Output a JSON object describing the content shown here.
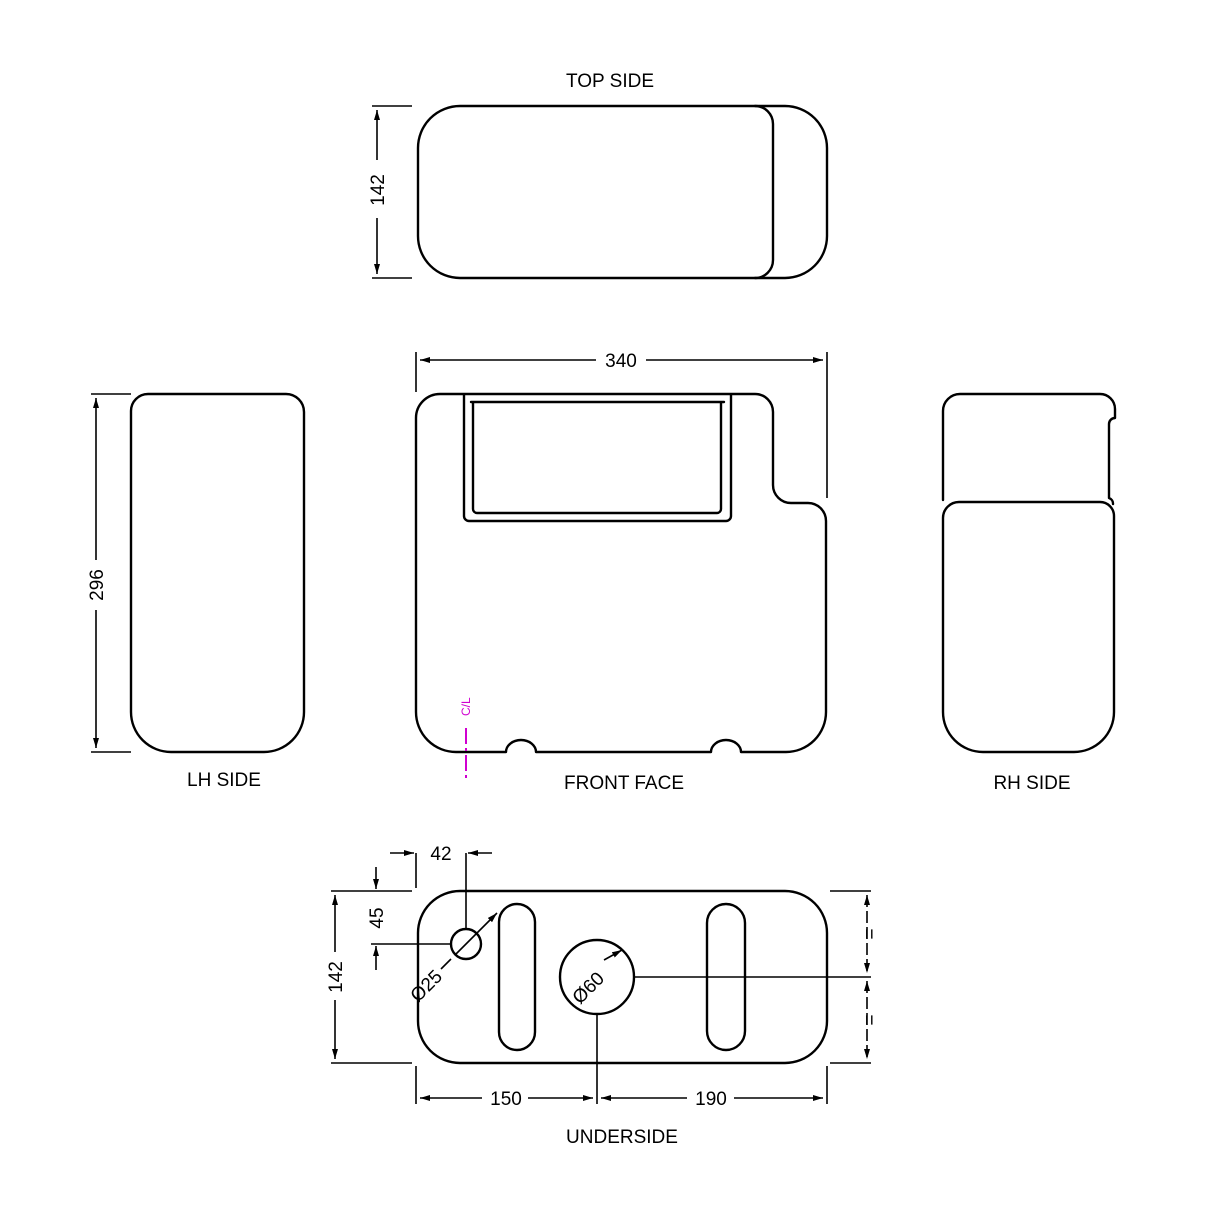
{
  "views": {
    "top": {
      "label": "TOP SIDE",
      "dim_height": "142"
    },
    "front": {
      "label": "FRONT FACE",
      "dim_width": "340",
      "centerline": "C/L"
    },
    "lh": {
      "label": "LH SIDE",
      "dim_height": "296"
    },
    "rh": {
      "label": "RH SIDE"
    },
    "under": {
      "label": "UNDERSIDE",
      "dim_height": "142",
      "dim_offset_x": "42",
      "dim_offset_y": "45",
      "dia_small": "Ø25",
      "dia_large": "Ø60",
      "dim_left": "150",
      "dim_right": "190",
      "equal_mark": "="
    }
  },
  "colors": {
    "line": "#000000",
    "centerline": "#d000d0",
    "background": "#ffffff"
  }
}
